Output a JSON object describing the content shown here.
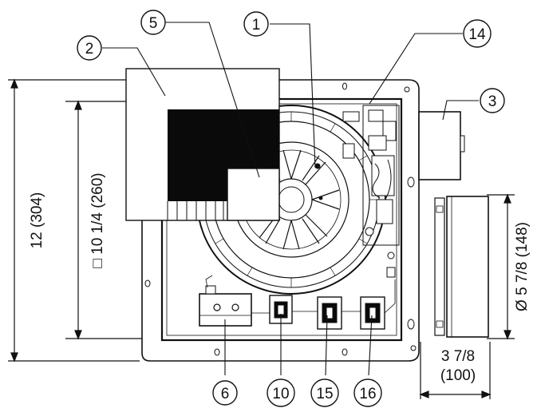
{
  "callouts": {
    "c1": "1",
    "c2": "2",
    "c3": "3",
    "c5": "5",
    "c6": "6",
    "c10": "10",
    "c14": "14",
    "c15": "15",
    "c16": "16"
  },
  "dimensions": {
    "overall_height": "12 (304)",
    "duct_opening": "□ 10 1/4 (260)",
    "collar_diameter": "Ø 5 7/8 (148)",
    "collar_depth_in": "3 7/8",
    "collar_depth_mm": "(100)"
  },
  "colors": {
    "line": "#111111",
    "fill_dark": "#0a0a0a",
    "fill_light": "#ffffff"
  }
}
